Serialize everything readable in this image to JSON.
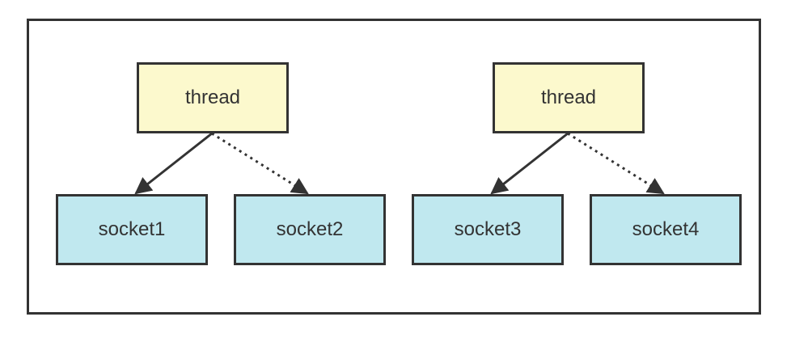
{
  "colors": {
    "thread_fill": "#fcf9cd",
    "socket_fill": "#c0e8ef",
    "stroke": "#333333"
  },
  "groups": [
    {
      "thread_label": "thread",
      "sockets": [
        "socket1",
        "socket2"
      ],
      "edges": [
        {
          "to": "socket1",
          "style": "solid"
        },
        {
          "to": "socket2",
          "style": "dotted"
        }
      ]
    },
    {
      "thread_label": "thread",
      "sockets": [
        "socket3",
        "socket4"
      ],
      "edges": [
        {
          "to": "socket3",
          "style": "solid"
        },
        {
          "to": "socket4",
          "style": "dotted"
        }
      ]
    }
  ]
}
